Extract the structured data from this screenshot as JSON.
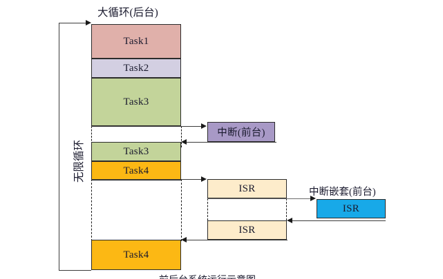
{
  "diagram": {
    "title_main_loop": "大循环(后台)",
    "label_infinite_loop": "无限循环",
    "label_interrupt": "中断(前台)",
    "label_nested_interrupt": "中断嵌套(前台)",
    "caption": "前后台系统运行示意图"
  },
  "background_column": {
    "blocks": [
      {
        "name": "task1",
        "label": "Task1",
        "color": "#e0b0aa"
      },
      {
        "name": "task2",
        "label": "Task2",
        "color": "#d3cfe2"
      },
      {
        "name": "task3_a",
        "label": "Task3",
        "color": "#c3d49a"
      },
      {
        "name": "task3_b",
        "label": "Task3",
        "color": "#c3d49a"
      },
      {
        "name": "task4_a",
        "label": "Task4",
        "color": "#fcb814"
      },
      {
        "name": "task4_b",
        "label": "Task4",
        "color": "#fcb814"
      }
    ]
  },
  "interrupt_column": {
    "label": "中断(前台)",
    "color": "#a899c6",
    "isr_blocks": [
      {
        "name": "isr-upper",
        "label": "ISR",
        "color": "#fdeccb"
      },
      {
        "name": "isr-lower",
        "label": "ISR",
        "color": "#fdeccb"
      }
    ]
  },
  "nested_column": {
    "title": "中断嵌套(前台)",
    "isr": {
      "label": "ISR",
      "color": "#18a9e8"
    }
  },
  "colors": {
    "task1": "#e0b0aa",
    "task2": "#d3cfe2",
    "task3": "#c3d49a",
    "task4": "#fcb814",
    "interrupt": "#a899c6",
    "isr_cream": "#fdeccb",
    "isr_blue": "#18a9e8",
    "stroke": "#2b2b2b",
    "gray_stroke": "#6b6b6b"
  }
}
